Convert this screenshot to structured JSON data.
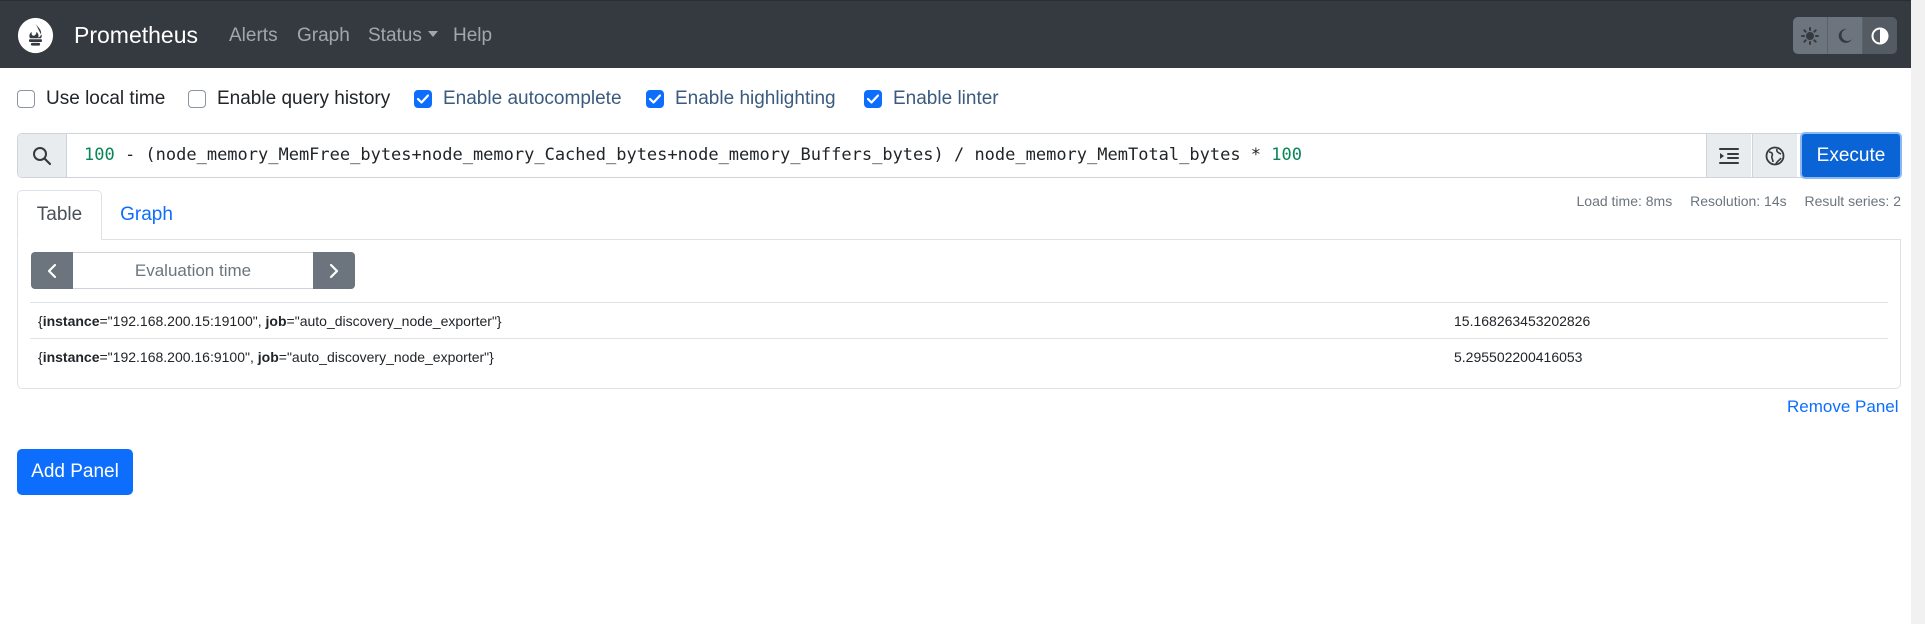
{
  "navbar": {
    "brand": "Prometheus",
    "items": [
      {
        "label": "Alerts"
      },
      {
        "label": "Graph"
      },
      {
        "label": "Status"
      },
      {
        "label": "Help"
      }
    ],
    "theme_icons": [
      "sun-icon",
      "moon-icon",
      "contrast-icon"
    ]
  },
  "options": [
    {
      "label": "Use local time",
      "checked": false
    },
    {
      "label": "Enable query history",
      "checked": false
    },
    {
      "label": "Enable autocomplete",
      "checked": true
    },
    {
      "label": "Enable highlighting",
      "checked": true
    },
    {
      "label": "Enable linter",
      "checked": true
    }
  ],
  "query": {
    "num_start": "100",
    "middle": " - (node_memory_MemFree_bytes+node_memory_Cached_bytes+node_memory_Buffers_bytes) / node_memory_MemTotal_bytes * ",
    "num_end": "100",
    "execute_label": "Execute"
  },
  "tabs": [
    {
      "label": "Table",
      "active": true
    },
    {
      "label": "Graph",
      "active": false
    }
  ],
  "stats": {
    "load_time": "Load time: 8ms",
    "resolution": "Resolution: 14s",
    "result_series": "Result series: 2"
  },
  "evaluation_placeholder": "Evaluation time",
  "results": [
    {
      "instance": "192.168.200.15:19100",
      "job": "auto_discovery_node_exporter",
      "value": "15.168263453202826"
    },
    {
      "instance": "192.168.200.16:9100",
      "job": "auto_discovery_node_exporter",
      "value": "5.295502200416053"
    }
  ],
  "label_keys": {
    "instance": "instance",
    "job": "job"
  },
  "remove_panel": "Remove Panel",
  "add_panel": "Add Panel",
  "colors": {
    "navbar": "#343a40",
    "primary": "#0d6efd",
    "execute": "#0a64d6",
    "number": "#098658"
  }
}
